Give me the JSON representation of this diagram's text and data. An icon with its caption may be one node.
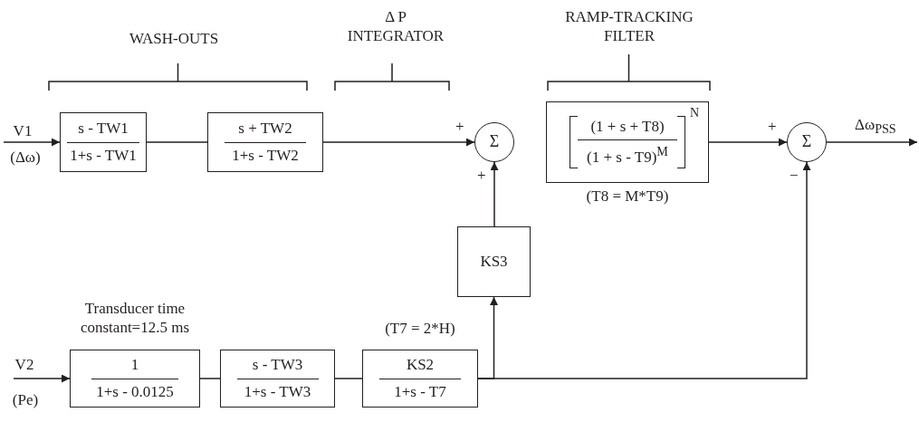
{
  "diagram": {
    "nodes": [
      {
        "text": [
          "s - TW1",
          "1+s - TW1"
        ]
      },
      {
        "text": [
          "s + TW2",
          "1+s - TW2"
        ]
      },
      {
        "text": [
          "Σ"
        ]
      },
      {
        "text": [
          "(1 + s + T8)",
          "(1 + s - T9)$^{M}$",
          "N"
        ],
        "beside": [
          "(T8 = M*T9)"
        ]
      },
      {
        "text": [
          "Σ"
        ]
      },
      {
        "text": [
          "KS3"
        ]
      },
      {
        "text": [
          "1",
          "1+s - 0.0125"
        ],
        "beside": [
          "Transducer time constant=12.5 ms"
        ]
      },
      {
        "text": [
          "s - TW3",
          "1+s - TW3"
        ]
      },
      {
        "text": [
          "KS2",
          "1+s - T7"
        ],
        "beside": [
          "(T7 = 2*H)"
        ]
      }
    ],
    "edges": [
      {
        "from": null,
        "to": 0,
        "arrow": "to"
      },
      {
        "from": 0,
        "to": 1,
        "arrow": "none"
      },
      {
        "from": 1,
        "to": 2,
        "arrow": "to",
        "label": "+"
      },
      {
        "from": 3,
        "to": 4,
        "arrow": "to",
        "label": "+"
      },
      {
        "from": 4,
        "to": null,
        "arrow": "to",
        "label": "Δω$_{PSS}$"
      },
      {
        "from": null,
        "to": 6,
        "arrow": "to"
      },
      {
        "from": 6,
        "to": 7,
        "arrow": "none"
      },
      {
        "from": 7,
        "to": 8,
        "arrow": "none"
      },
      {
        "from": 8,
        "to": 5,
        "arrow": "to"
      },
      {
        "from": 8,
        "to": 4,
        "arrow": "to",
        "label": "−"
      },
      {
        "from": 5,
        "to": 2,
        "arrow": "to",
        "label": "+"
      }
    ],
    "labels": [
      "WASH-OUTS",
      "Δ P INTEGRATOR",
      "RAMP-TRACKING FILTER",
      "V1",
      "(Δω)",
      "V2",
      "(Pe)"
    ]
  }
}
